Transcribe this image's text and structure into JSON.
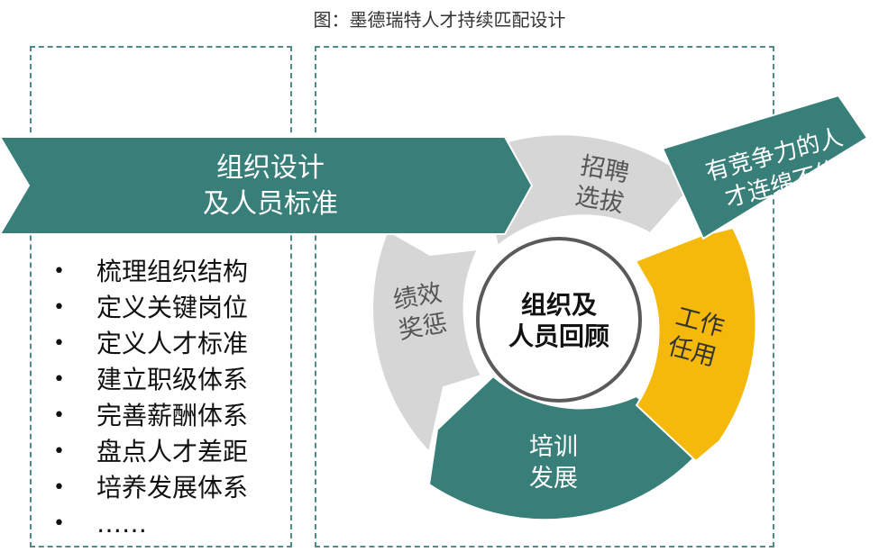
{
  "title": "图：墨德瑞特人才持续匹配设计",
  "colors": {
    "teal": "#387e79",
    "gray": "#d6d6d6",
    "yellow": "#f5b90b",
    "dash": "#4f8b87",
    "text_dark": "#111111",
    "text_gray": "#555555",
    "text_white": "#ffffff"
  },
  "banner": {
    "line1": "组织设计",
    "line2": "及人员标准"
  },
  "outcome": {
    "line1": "有竞争力的人",
    "line2": "才连绵不绝"
  },
  "cycle": {
    "center": {
      "line1": "组织及",
      "line2": "人员回顾"
    },
    "segments": [
      {
        "line1": "招聘",
        "line2": "选拔"
      },
      {
        "line1": "工作",
        "line2": "任用"
      },
      {
        "line1": "培训",
        "line2": "发展"
      },
      {
        "line1": "绩效",
        "line2": "奖惩"
      }
    ]
  },
  "bullets": [
    "梳理组织结构",
    "定义关键岗位",
    "定义人才标准",
    "建立职级体系",
    "完善薪酬体系",
    "盘点人才差距",
    "培养发展体系",
    "……"
  ],
  "bullet_symbol": "•"
}
